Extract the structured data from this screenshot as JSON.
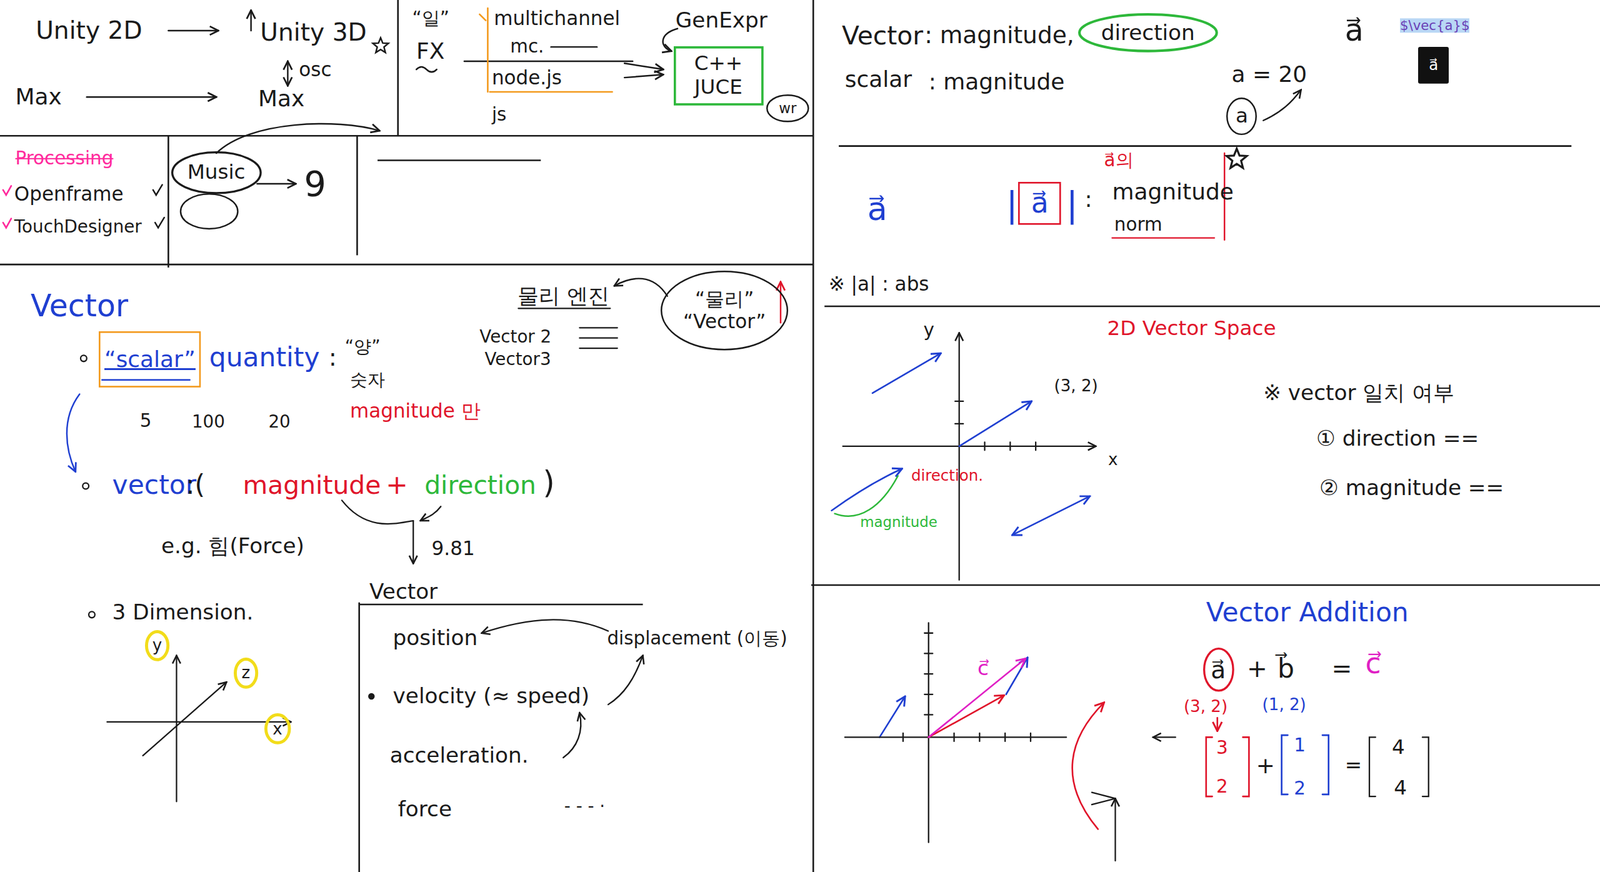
{
  "diagram": {
    "nodes": [
      {
        "text": [
          "C++",
          "JUCE"
        ]
      },
      {
        "text": [
          "wr"
        ]
      },
      {
        "text": [
          "Music"
        ]
      },
      {
        "text": [
          "“scalar”"
        ]
      },
      {
        "text": [
          "“물리”",
          "“Vector”"
        ]
      },
      {
        "text": [
          "y"
        ]
      },
      {
        "text": [
          "z"
        ]
      },
      {
        "text": [
          "x"
        ]
      },
      {
        "text": [
          "direction"
        ]
      },
      {
        "text": [
          "a"
        ]
      },
      {
        "text": [
          "a⃗"
        ]
      },
      {
        "text": [
          "a⃗"
        ]
      },
      {
        "text": [
          "a⃗"
        ]
      }
    ],
    "labels": [
      "Unity 2D",
      "Unity 3D",
      "osc",
      "Max",
      "Max",
      "“일”",
      "FX",
      "multichannel",
      "mc.",
      "node.js",
      "js",
      "GenExpr",
      "Processing",
      "Openframe",
      "TouchDesigner",
      "9",
      "Vector",
      "quantity",
      ":",
      "“양”",
      "숫자",
      "magnitude 만",
      "5",
      "100",
      "20",
      "vector",
      ":(",
      "magnitude",
      "+",
      "direction",
      ")",
      "e.g. 힘(Force)",
      "9.81",
      "물리 엔진",
      "Vector 2",
      "Vector3",
      "3 Dimension.",
      "Vector",
      "position",
      "displacement (이동)",
      "velocity (≈ speed)",
      "acceleration.",
      "force",
      "- - - ·",
      "Vector",
      ": magnitude,",
      "scalar",
      ": magnitude",
      "a⃗",
      "$\\vec{a}$",
      "a = 20",
      "a⃗",
      "|",
      "|",
      ":",
      "a⃗의",
      "magnitude",
      "norm",
      "※ |a| : abs",
      "2D Vector Space",
      "y",
      "x",
      "(3, 2)",
      "direction.",
      "magnitude",
      "※ vector 일치 여부",
      "① direction ==",
      "② magnitude ==",
      "Vector Addition",
      "+",
      "b⃗",
      "=",
      "c⃗",
      "(3, 2)",
      "(1, 2)",
      "3",
      "2",
      "+",
      "1",
      "2",
      "=",
      "4",
      "4",
      "c⃗"
    ]
  }
}
